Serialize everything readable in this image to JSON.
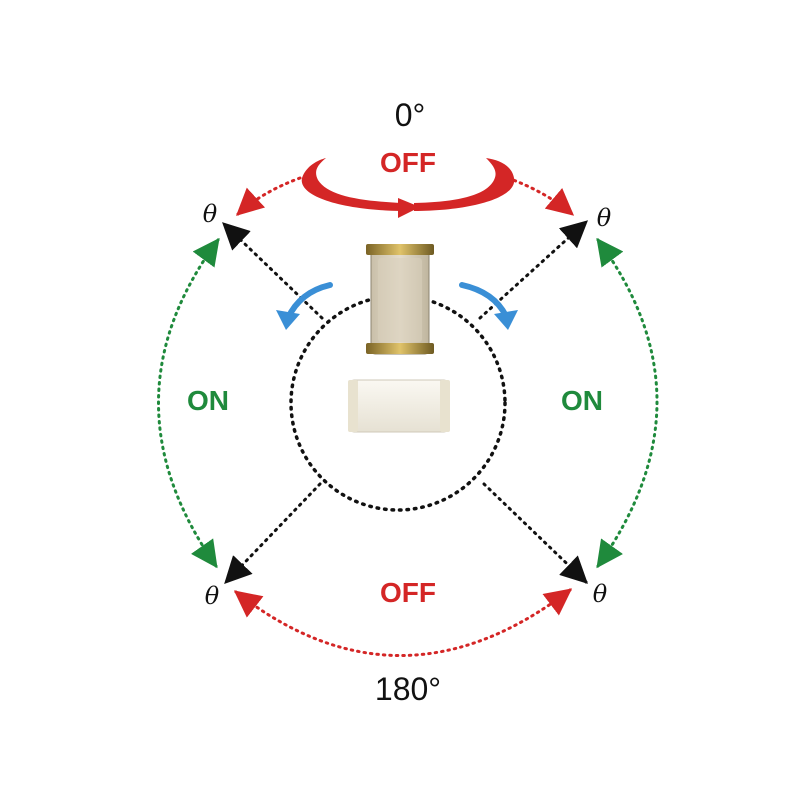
{
  "labels": {
    "angle_top": "0°",
    "angle_bottom": "180°",
    "state_top": "OFF",
    "state_bottom": "OFF",
    "state_left": "ON",
    "state_right": "ON",
    "theta": "θ"
  },
  "colors": {
    "off": "#d42626",
    "on": "#1f8a3c",
    "tilt_arrow": "#3a8fd6",
    "axis": "#111111",
    "component_body": "#d8cfbc",
    "component_terminal": "#b89a4a",
    "component_flat": "#f2efe6"
  },
  "icons": {
    "rotate_arrow": "rotation-arrow-icon",
    "tilt_left": "tilt-left-arrow-icon",
    "tilt_right": "tilt-right-arrow-icon"
  }
}
